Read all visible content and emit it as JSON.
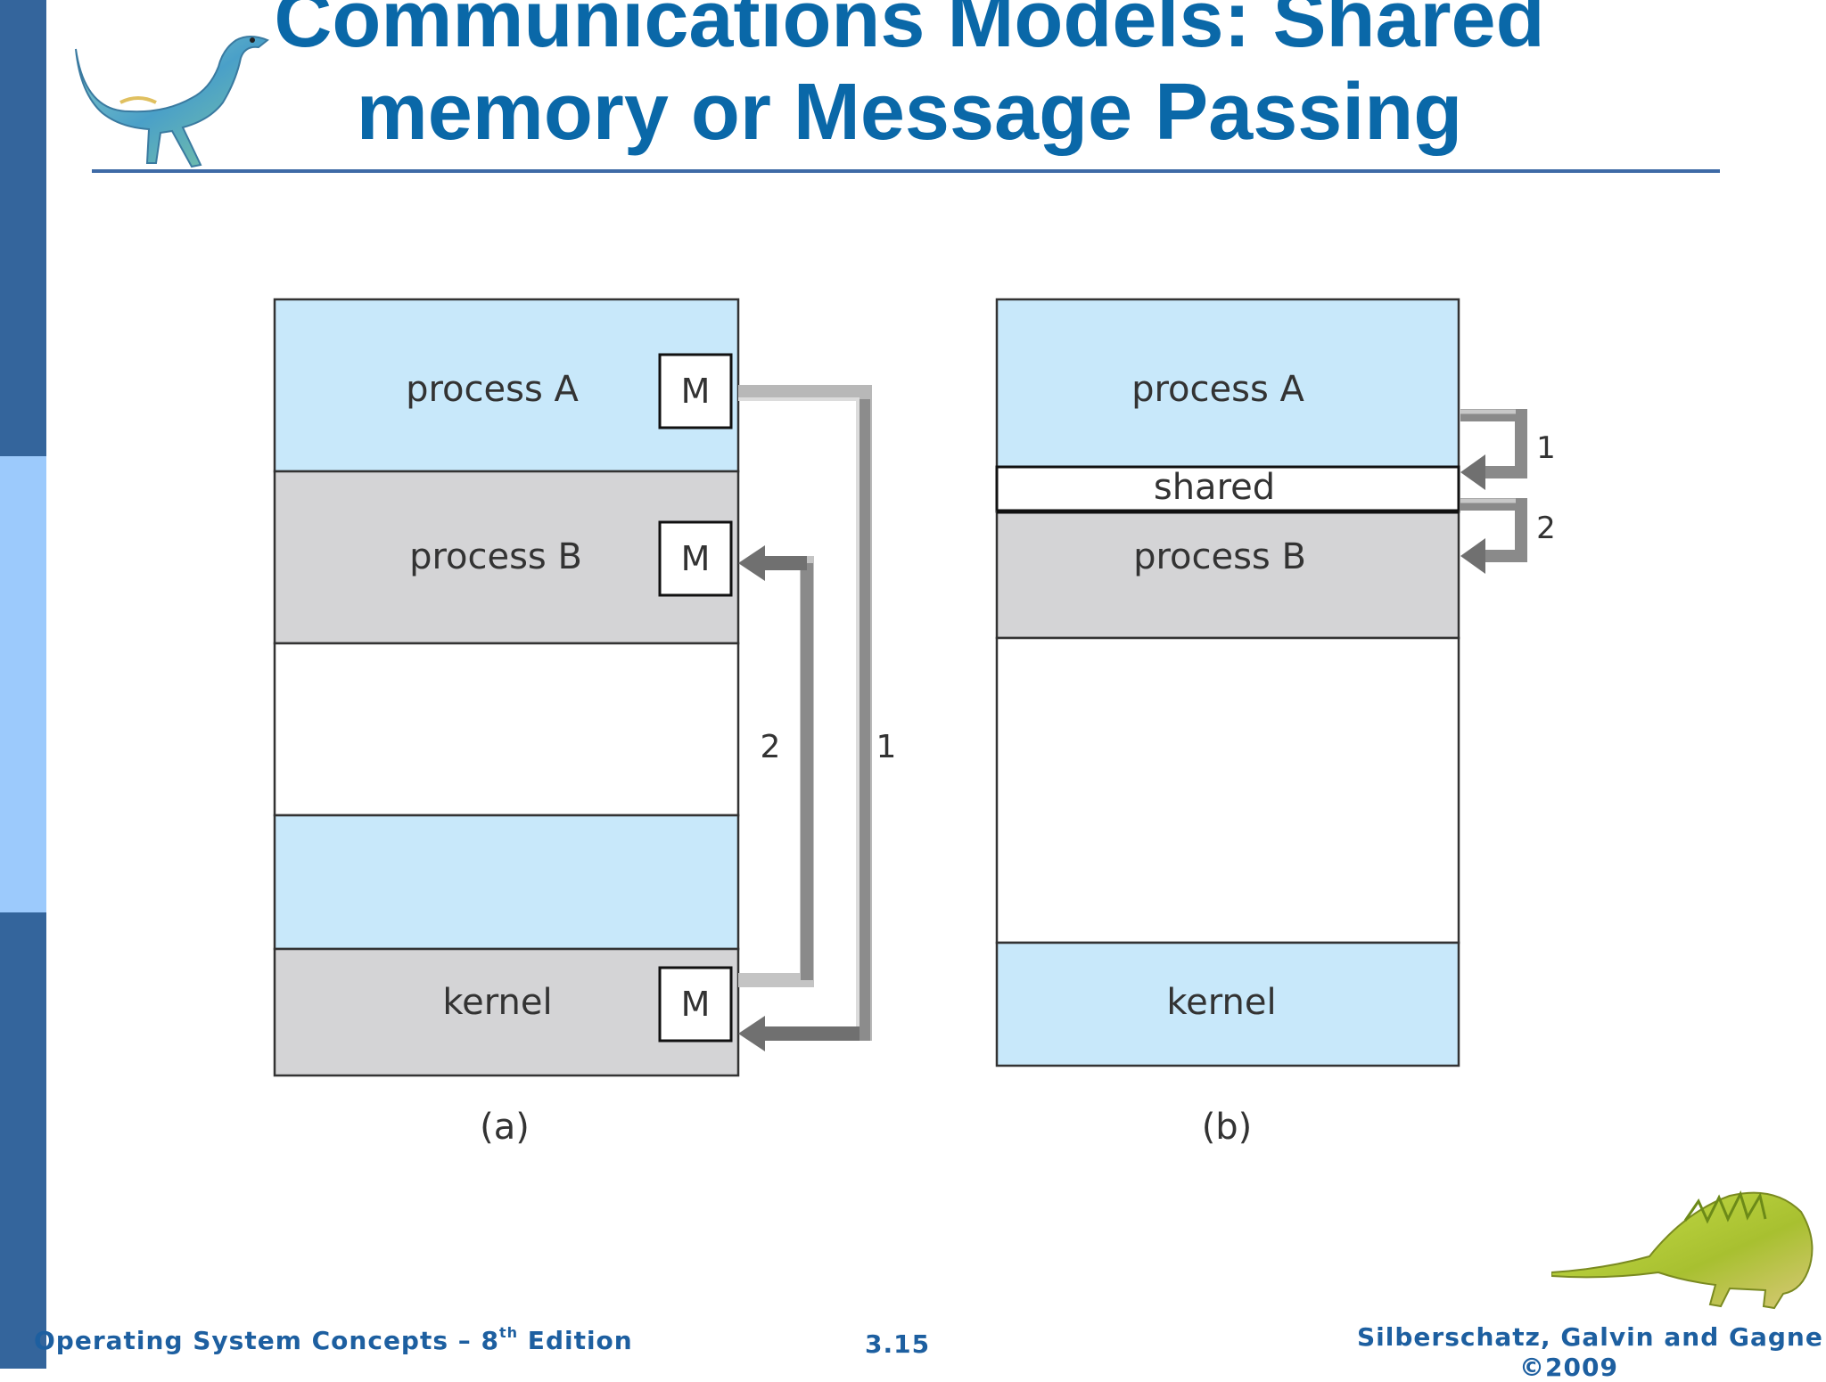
{
  "slide": {
    "title_line1": "Communications Models: Shared",
    "title_line2": "memory or Message Passing"
  },
  "diagram": {
    "panel_a": {
      "process_a": "process A",
      "process_b": "process B",
      "kernel": "kernel",
      "message_box": "M",
      "arrow_1": "1",
      "arrow_2": "2",
      "caption": "(a)"
    },
    "panel_b": {
      "process_a": "process A",
      "shared": "shared",
      "process_b": "process B",
      "kernel": "kernel",
      "arrow_1": "1",
      "arrow_2": "2",
      "caption": "(b)"
    }
  },
  "footer": {
    "book_prefix": "Operating System Concepts – 8",
    "book_sup": "th",
    "book_suffix": " Edition",
    "page_number": "3.15",
    "authors": "Silberschatz, Galvin and Gagne",
    "copyright": "©2009"
  },
  "colors": {
    "title": "#0a68a8",
    "sidebar_dark": "#34659c",
    "sidebar_light": "#9ccafc",
    "process_blue": "#c8e8fa",
    "gray_fill": "#d4d4d6",
    "arrow_dark": "#707070",
    "arrow_light": "#c8c8c8"
  }
}
